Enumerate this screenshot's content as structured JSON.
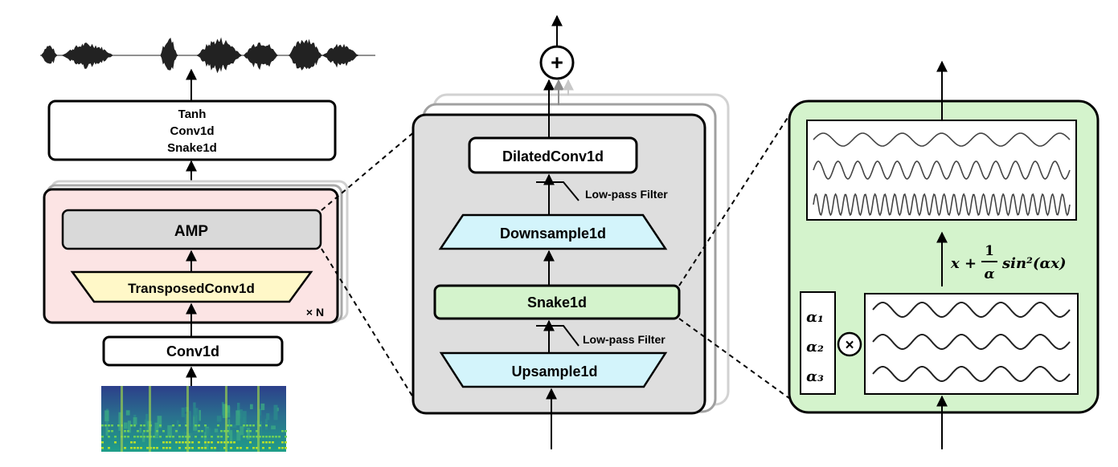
{
  "left": {
    "head_lines": [
      "Tanh",
      "Conv1d",
      "Snake1d"
    ],
    "amp": "AMP",
    "transposed": "TransposedConv1d",
    "repeat": "× N",
    "conv_in": "Conv1d"
  },
  "middle": {
    "plus": "+",
    "dilated": "DilatedConv1d",
    "lpf_top": "Low-pass Filter",
    "downsample": "Downsample1d",
    "snake": "Snake1d",
    "lpf_bottom": "Low-pass Filter",
    "upsample": "Upsample1d"
  },
  "right": {
    "formula": {
      "lhs": "x +",
      "numerator": "1",
      "denominator": "α",
      "tail": "sin²(αx)"
    },
    "alphas": [
      "α₁",
      "α₂",
      "α₃"
    ],
    "times": "×"
  },
  "colors": {
    "amp_block_bg": "#fce4e4",
    "amp_bg": "#d9d9d9",
    "transposed_bg": "#fff8c8",
    "middle_bg": "#dedede",
    "sample_bg": "#d3f4fb",
    "snake_bg": "#d4f3cc",
    "right_bg": "#d4f3cc"
  }
}
